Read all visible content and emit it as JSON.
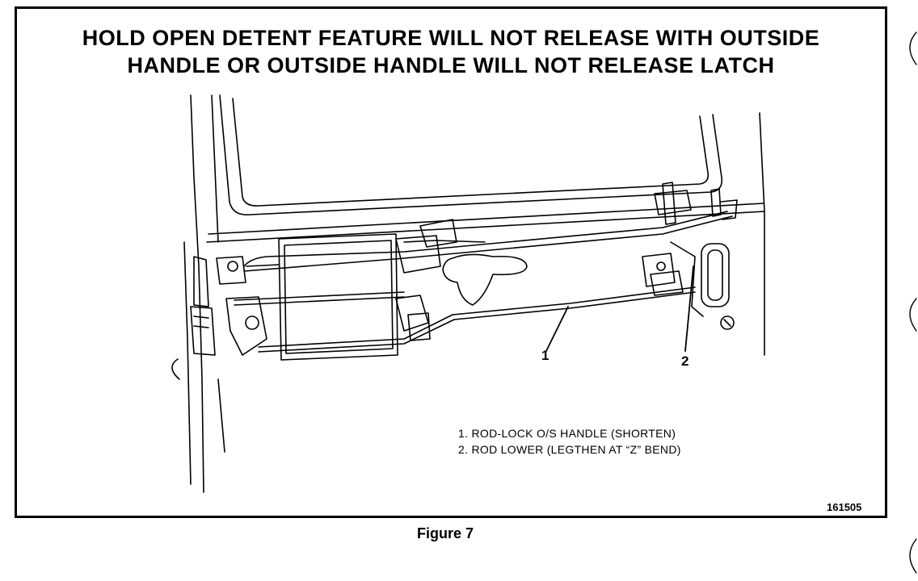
{
  "title": {
    "line1": "HOLD OPEN DETENT FEATURE WILL NOT RELEASE WITH OUTSIDE",
    "line2": "HANDLE OR OUTSIDE HANDLE WILL NOT RELEASE LATCH"
  },
  "callouts": [
    {
      "id": "1"
    },
    {
      "id": "2"
    }
  ],
  "legend": [
    {
      "text": "1.  ROD-LOCK O/S HANDLE (SHORTEN)"
    },
    {
      "text": "2.  ROD LOWER (LEGTHEN AT “Z” BEND)"
    }
  ],
  "figure_id": "161505",
  "caption": "Figure 7"
}
